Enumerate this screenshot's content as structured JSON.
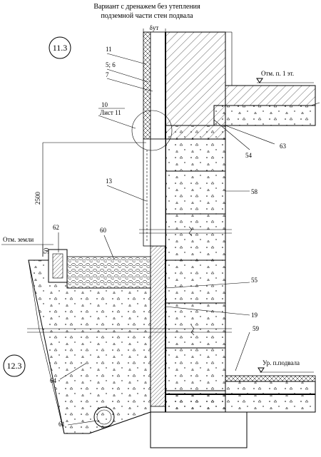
{
  "title": {
    "line1": "Вариант с дренажем без утепления",
    "line2": "подземной части стен подвала"
  },
  "marks": {
    "m11_3": "11.3",
    "m12_3": "12.3"
  },
  "dims": {
    "delta": "δут",
    "h2500": "2500",
    "h50": "50"
  },
  "levels": {
    "floor1": "Отм. п. 1 эт.",
    "ground": "Отм. земли",
    "basement": "Ур. п.подвала"
  },
  "callouts": {
    "c11": "11",
    "c5_6": "5; 6",
    "c7": "7",
    "c10": "10",
    "sheet11": "Лист 11",
    "c13": "13",
    "c62": "62",
    "c60": "60",
    "c63": "63",
    "c54": "54",
    "c58": "58",
    "c55": "55",
    "c19": "19",
    "c59": "59",
    "c64": "64",
    "c61": "61"
  }
}
